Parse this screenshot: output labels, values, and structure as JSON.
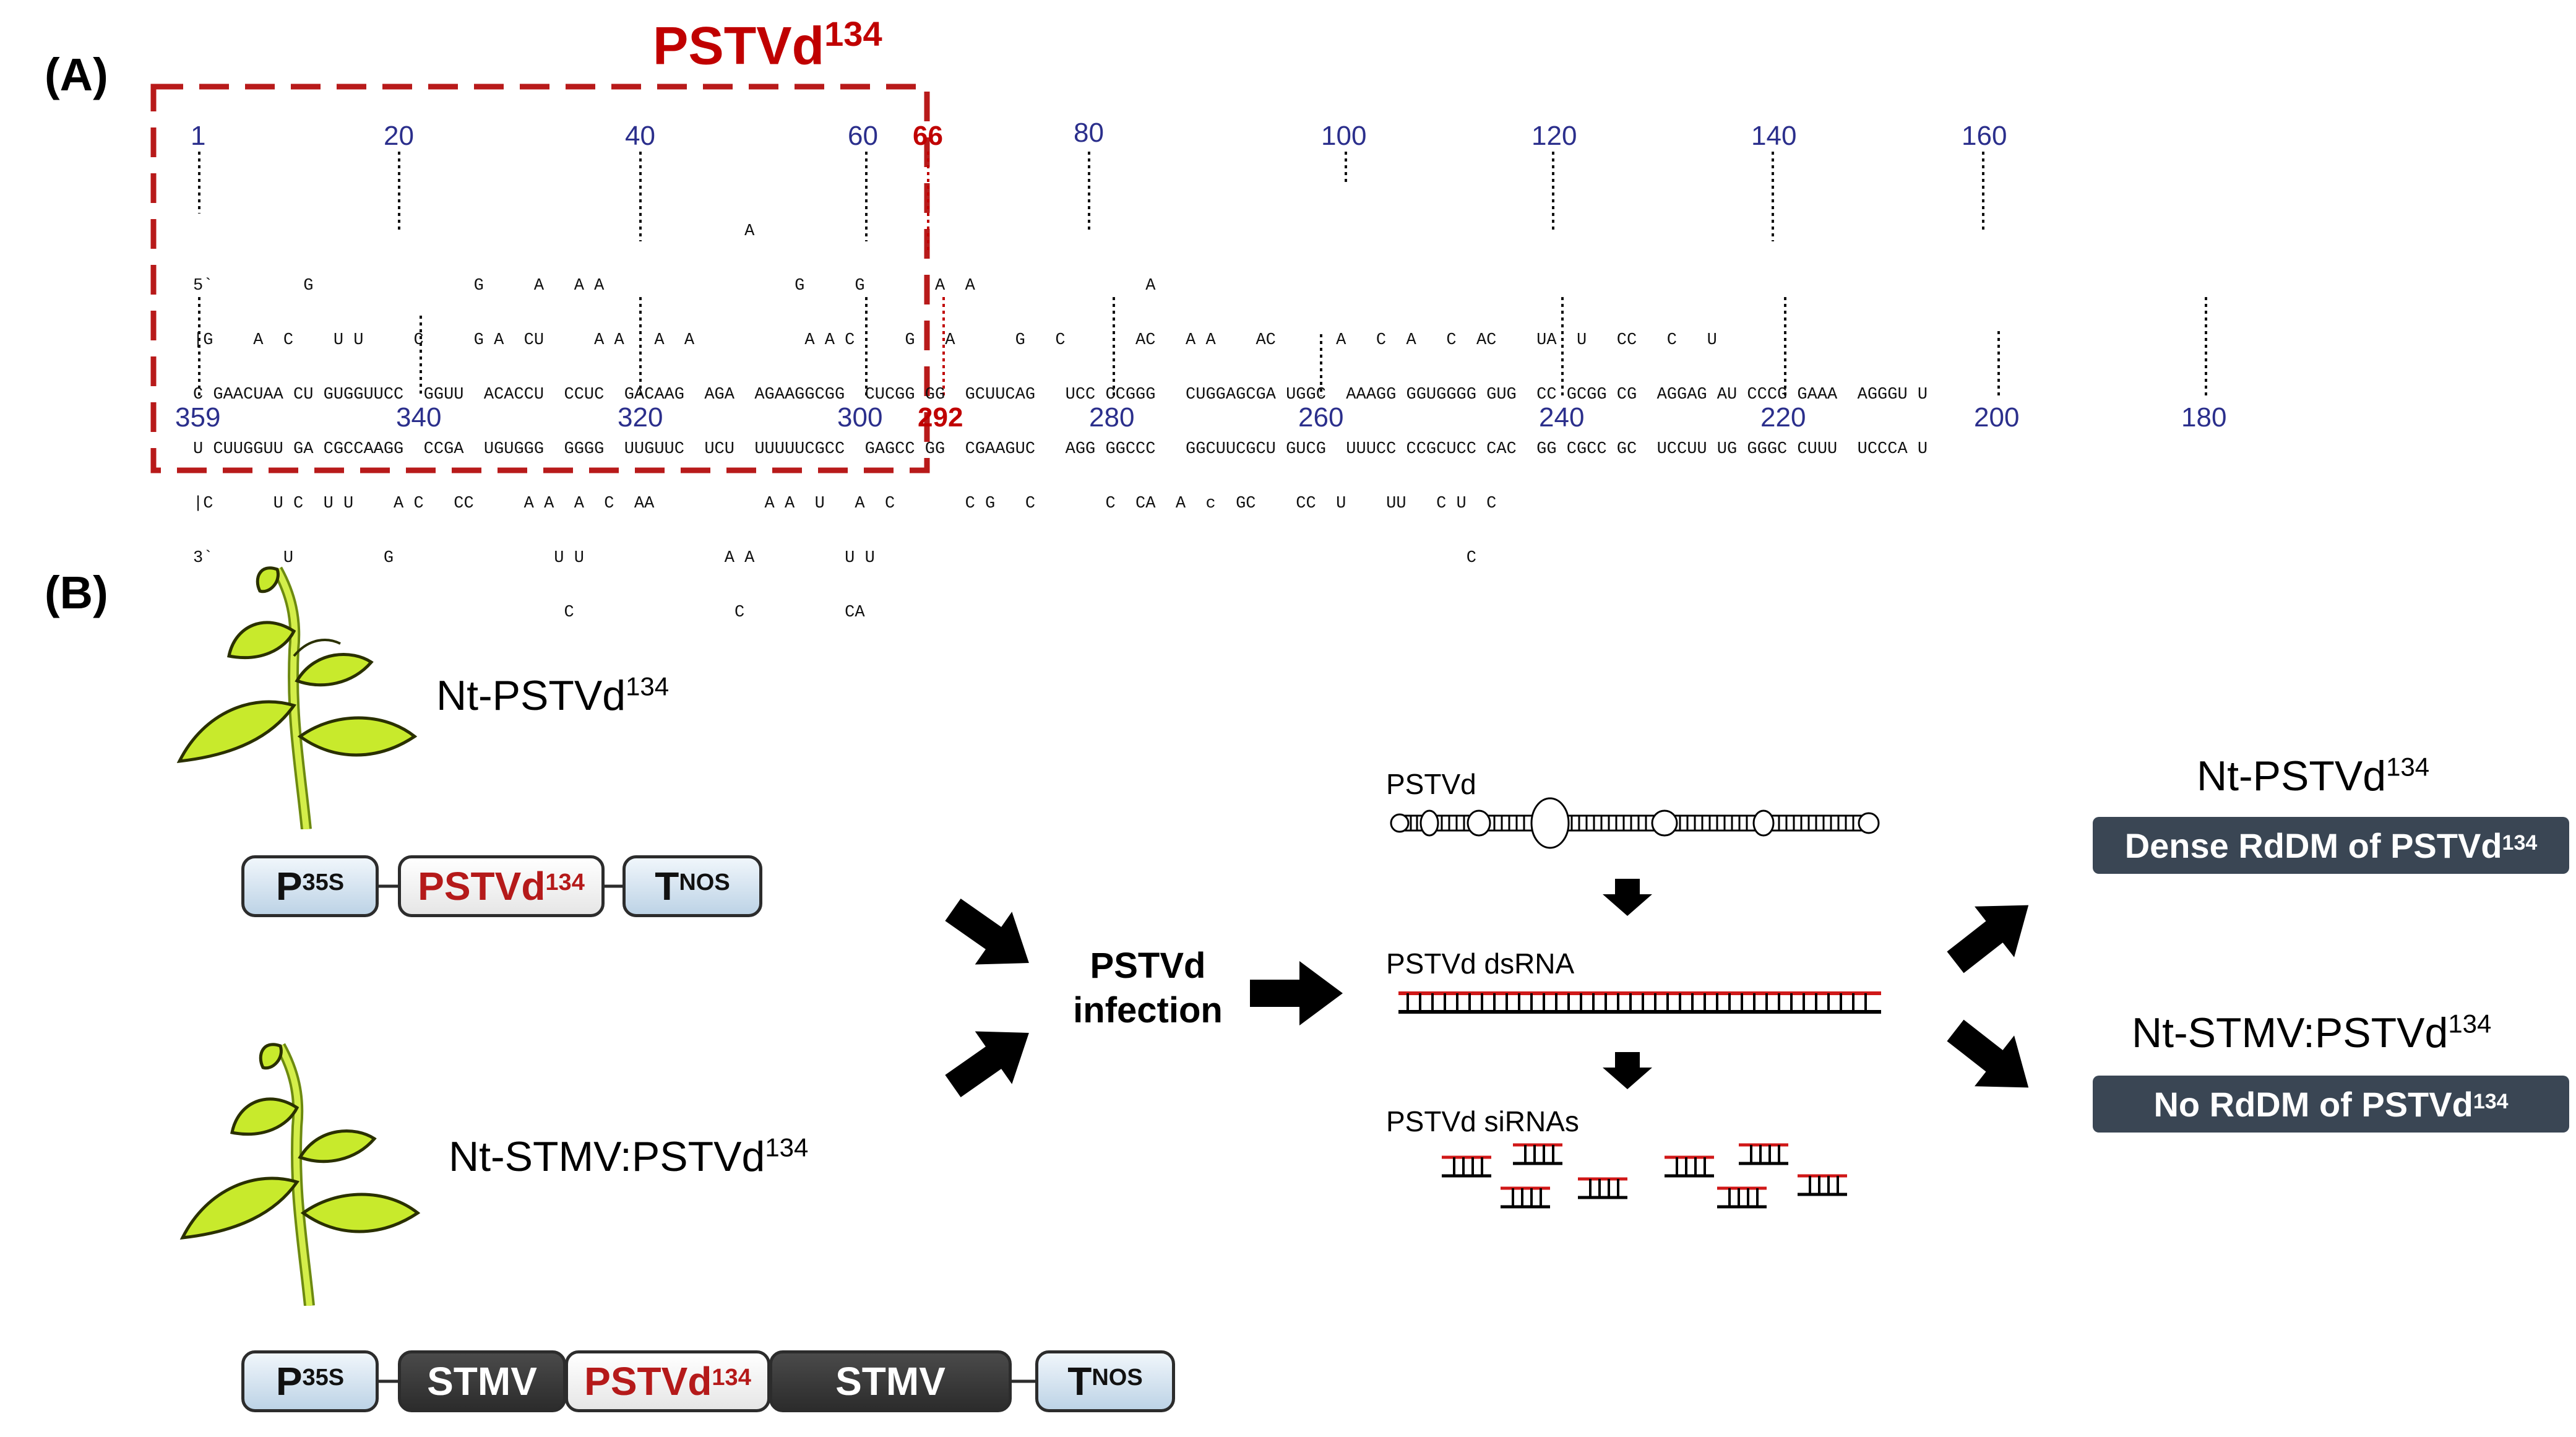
{
  "panel_a": {
    "label": "(A)",
    "box_title": "PSTVd",
    "box_title_sup": "134",
    "top_numbers": [
      "1",
      "20",
      "40",
      "60",
      "66",
      "80",
      "100",
      "120",
      "140",
      "160"
    ],
    "bottom_numbers": [
      "359",
      "340",
      "320",
      "300",
      "292",
      "280",
      "260",
      "240",
      "220",
      "200",
      "180"
    ],
    "seq_row1": "                                                       A",
    "seq_row2": "5`         G                G     A   A A                   G     G       A  A                 A",
    "seq_row3": "|G    A  C    U U     C     G A  CU     A A   A  A           A A C     G   A      G   C       AC   A A    AC      A   C  A   C  AC    UA  U   CC   C   U",
    "seq_row4": "C GAACUAA CU GUGGUUCC  GGUU  ACACCU  CCUC  GACAAG  AGA  AGAAGGCGG  CUCGG GG  GCUUCAG   UCC CCGGG   CUGGAGCGA UGGC  AAAGG GGUGGGG GUG  CC GCGG CG  AGGAG AU CCCG GAAA  AGGGU U",
    "seq_row5": "U CUUGGUU GA CGCCAAGG  CCGA  UGUGGG  GGGG  UUGUUC  UCU  UUUUUCGCC  GAGCC GG  CGAAGUC   AGG GGCCC   GGCUUCGCU GUCG  UUUCC CCGCUCC CAC  GG CGCC GC  UCCUU UG GGGC CUUU  UCCCA U",
    "seq_row6": "|C      U C  U U    A C   CC     A A  A  C  AA           A A  U   A  C       C G   C       C  CA  A  c  GC    CC  U    UU   C U  C",
    "seq_row7": "3`       U         G                U U              A A         U U                                                           C",
    "seq_row8": "                                     C                C          CA"
  },
  "panel_b": {
    "label": "(B)",
    "plant1_label": "Nt-PSTVd",
    "plant1_sup": "134",
    "plant2_label": "Nt-STMV:PSTVd",
    "plant2_sup": "134",
    "construct1": {
      "promoter": "P",
      "promoter_sup": "35S",
      "insert": "PSTVd",
      "insert_sup": "134",
      "terminator": "T",
      "terminator_sup": "NOS"
    },
    "construct2": {
      "promoter": "P",
      "promoter_sup": "35S",
      "stmv_left": "STMV",
      "insert": "PSTVd",
      "insert_sup": "134",
      "stmv_right": "STMV",
      "terminator": "T",
      "terminator_sup": "NOS"
    },
    "infection_line1": "PSTVd",
    "infection_line2": "infection",
    "pstvd_label": "PSTVd",
    "dsrna_label": "PSTVd dsRNA",
    "sirna_label": "PSTVd siRNAs",
    "outcome1_title": "Nt-PSTVd",
    "outcome1_sup": "134",
    "outcome1_box": "Dense RdDM of PSTVd",
    "outcome1_box_sup": "134",
    "outcome2_title": "Nt-STMV:PSTVd",
    "outcome2_sup": "134",
    "outcome2_box": "No RdDM of PSTVd",
    "outcome2_box_sup": "134"
  },
  "colors": {
    "highlight_red": "#c00000",
    "number_blue": "#2b2f8c",
    "pill_dark": "#3a4654"
  }
}
